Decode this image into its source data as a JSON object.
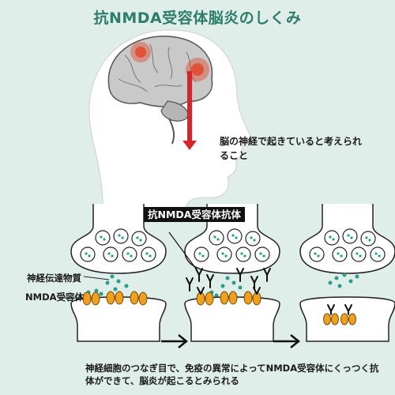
{
  "title": "抗NMDA受容体脳炎のしくみ",
  "brain_note": "脳の神経で起きていると考えられること",
  "labels": {
    "antibody": "抗NMDA受容体抗体",
    "neurotransmitter": "神経伝達物質",
    "receptor": "NMDA受容体"
  },
  "caption": "神経細胞のつなぎ目で、免疫の異常によってNMDA受容体にくっつく抗体ができて、脳炎が起こるとみられる",
  "colors": {
    "background": "#dfeee9",
    "brain": "#c9c9c9",
    "inflammation": "#e04a2c",
    "arrow": "#d6262d",
    "neuron": "#ffffff",
    "vesicle_dot": "#2a9d8f",
    "receptor": "#f0a020"
  },
  "icons": [
    "head-profile",
    "brain-illustration",
    "down-arrow-icon",
    "right-arrow-icon"
  ]
}
